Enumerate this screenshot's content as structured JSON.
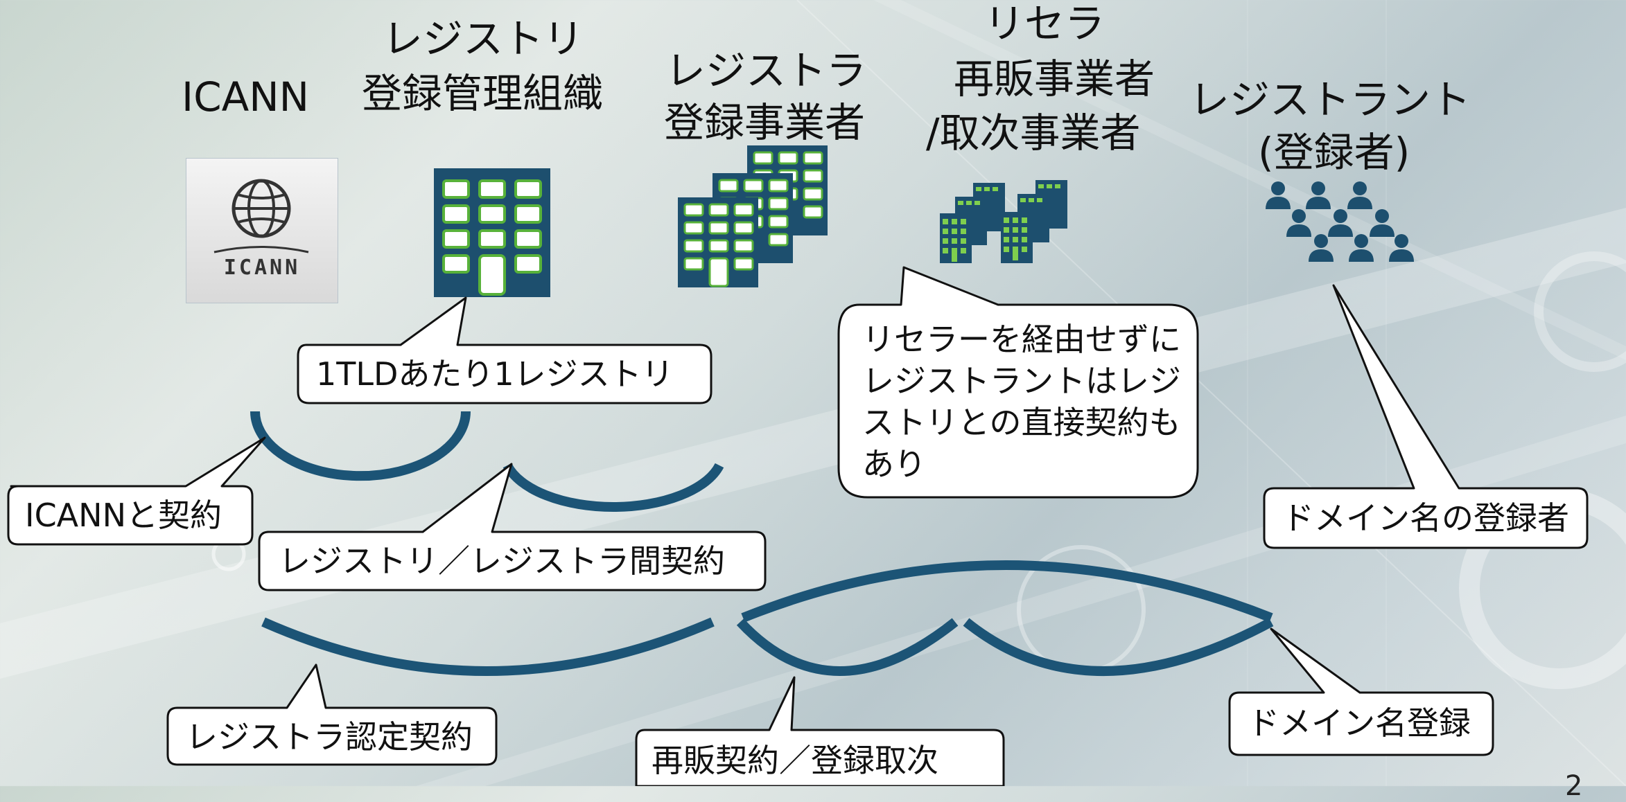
{
  "titles": {
    "icann": "ICANN",
    "registry_line1": "レジストリ",
    "registry_line2": "登録管理組織",
    "registrar_line1": "レジストラ",
    "registrar_line2": "登録事業者",
    "reseller_line1": "リセラ",
    "reseller_line2": "再販事業者",
    "reseller_line3": "/取次事業者",
    "registrant_line1": "レジストラント",
    "registrant_line2": "(登録者)"
  },
  "icons": {
    "icann_logo": "icann-logo",
    "icann_logo_text": "ICANN",
    "registry": "single-building-icon",
    "registrar": "multiple-buildings-icon",
    "reseller": "small-buildings-icon",
    "registrant": "people-group-icon"
  },
  "callouts": {
    "one_registry": "1TLDあたり1レジストリ",
    "reseller_note_line1": "リセラーを経由せずに",
    "reseller_note_line2": "レジストラントはレジ",
    "reseller_note_line3": "ストリとの直接契約も",
    "reseller_note_line4": "あり",
    "icann_contract": "ICANNと契約",
    "registry_registrar_contract": "レジストリ／レジストラ間契約",
    "registrant_desc": "ドメイン名の登録者",
    "registrar_accreditation": "レジストラ認定契約",
    "resale_contract": "再販契約／登録取次",
    "domain_registration": "ドメイン名登録"
  },
  "page_number": "2",
  "colors": {
    "arc": "#1c5476",
    "building_fill": "#1d4f6e",
    "window_fill": "#ffffff",
    "window_stroke": "#58b23a",
    "callout_bg": "#ffffff",
    "callout_border": "#111111"
  }
}
